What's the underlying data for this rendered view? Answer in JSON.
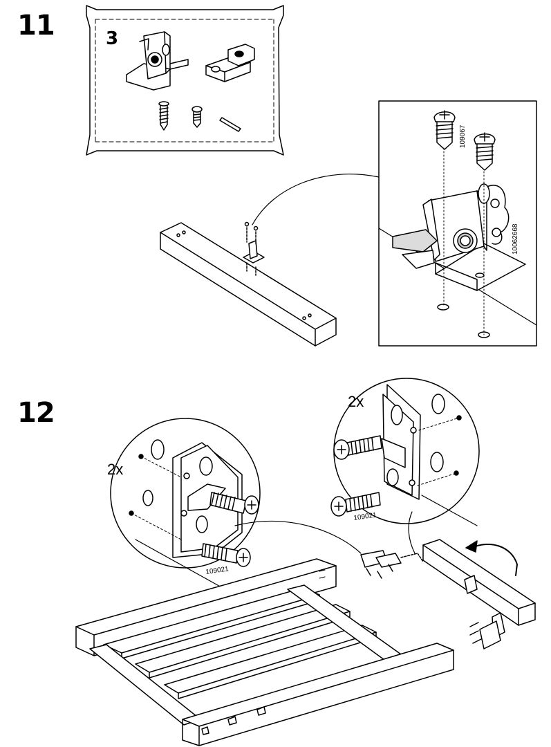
{
  "steps": [
    {
      "number": "11",
      "parts_bag": {
        "quantity": "3"
      },
      "detail": {
        "part_codes": [
          "109067",
          "10062668"
        ]
      }
    },
    {
      "number": "12",
      "details": [
        {
          "multiplier": "2x",
          "part_code": "109021"
        },
        {
          "multiplier": "2x",
          "part_code": "109021"
        }
      ]
    }
  ],
  "colors": {
    "line": "#000000",
    "background": "#ffffff",
    "light_gray": "#dcdcdc",
    "mid_gray": "#bdbdbd"
  }
}
